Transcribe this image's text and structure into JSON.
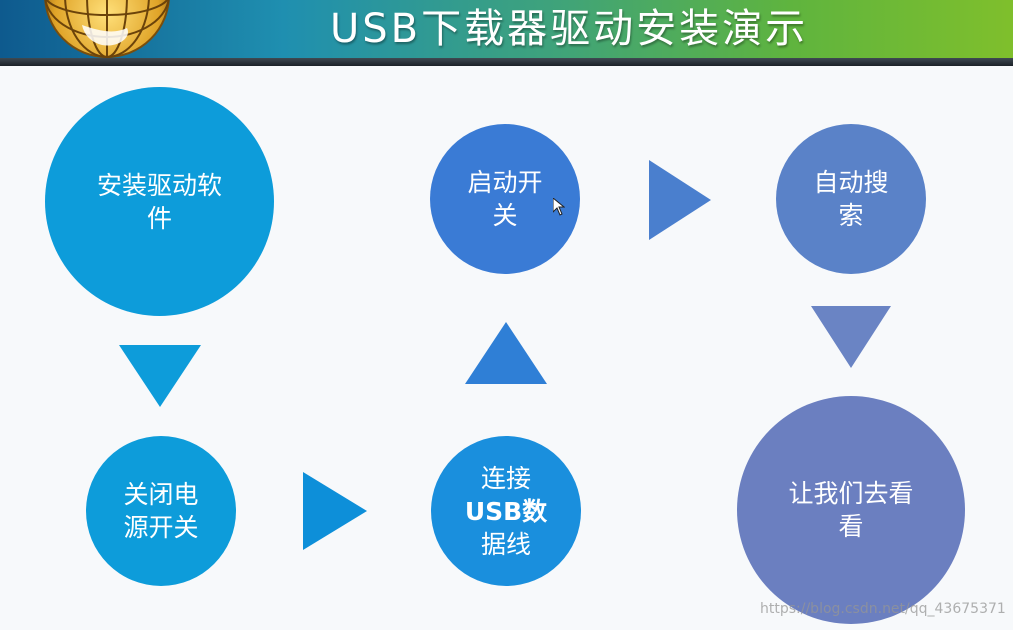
{
  "slide": {
    "title": "USB下载器驱动安装演示"
  },
  "steps": {
    "install_driver": {
      "line1": "安装驱动软",
      "line2": "件"
    },
    "power_off": {
      "line1": "关闭电",
      "line2": "源开关"
    },
    "connect_usb": {
      "line1": "连接",
      "line2": "USB数",
      "line3": "据线"
    },
    "power_on": {
      "line1": "启动开",
      "line2": "关"
    },
    "auto_search": {
      "line1": "自动搜",
      "line2": "索"
    },
    "view_result": {
      "line1": "让我们去看",
      "line2": "看"
    }
  },
  "watermark": "https://blog.csdn.net/qq_43675371",
  "colors": {
    "header_start": "#0e5a8e",
    "header_end": "#7fbf2c",
    "step_cyan": "#0d9cda",
    "step_blue": "#1a8fdd",
    "step_royal": "#3a7bd5",
    "step_slate": "#5a82c8",
    "step_lavender": "#6b7fc0"
  },
  "icons": {
    "globe": "globe-icon",
    "arrow_down": "triangle-down-icon",
    "arrow_right": "triangle-right-icon",
    "arrow_up": "triangle-up-icon",
    "cursor": "mouse-cursor-icon"
  }
}
